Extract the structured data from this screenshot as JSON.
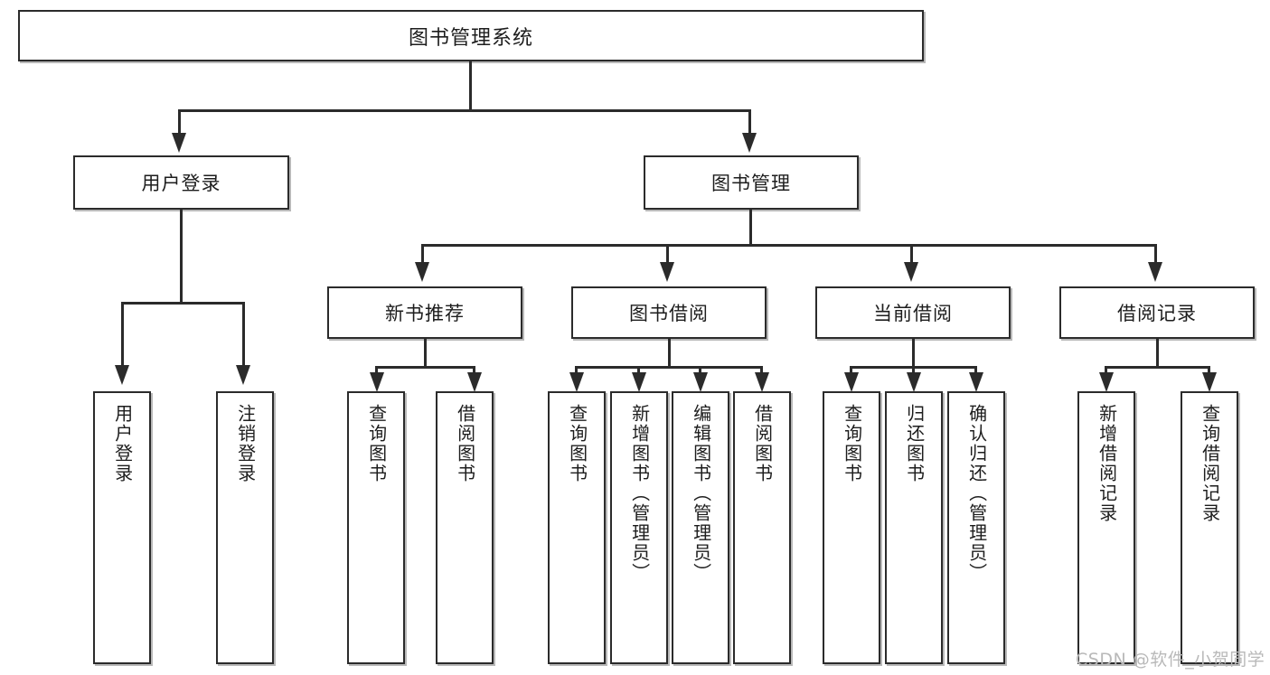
{
  "diagram": {
    "title": "图书管理系统",
    "type": "功能结构图",
    "root": {
      "label": "图书管理系统"
    },
    "level1": [
      {
        "label": "用户登录"
      },
      {
        "label": "图书管理"
      }
    ],
    "level2": [
      {
        "label": "新书推荐"
      },
      {
        "label": "图书借阅"
      },
      {
        "label": "当前借阅"
      },
      {
        "label": "借阅记录"
      }
    ],
    "leaves": {
      "user_login": [
        {
          "label": "用户登录"
        },
        {
          "label": "注销登录"
        }
      ],
      "new_book_recommend": [
        {
          "label": "查询图书"
        },
        {
          "label": "借阅图书"
        }
      ],
      "book_borrow": [
        {
          "label": "查询图书"
        },
        {
          "label": "新增图书（管理员）"
        },
        {
          "label": "编辑图书（管理员）"
        },
        {
          "label": "借阅图书"
        }
      ],
      "current_borrow": [
        {
          "label": "查询图书"
        },
        {
          "label": "归还图书"
        },
        {
          "label": "确认归还（管理员）"
        }
      ],
      "borrow_record": [
        {
          "label": "新增借阅记录"
        },
        {
          "label": "查询借阅记录"
        }
      ]
    }
  },
  "watermark": {
    "text": "CSDN @软件_小贺同学"
  },
  "colors": {
    "stroke": "#2b2b2b",
    "background": "#ffffff",
    "text": "#1d1d1d",
    "watermark": "#b9b9b9"
  }
}
